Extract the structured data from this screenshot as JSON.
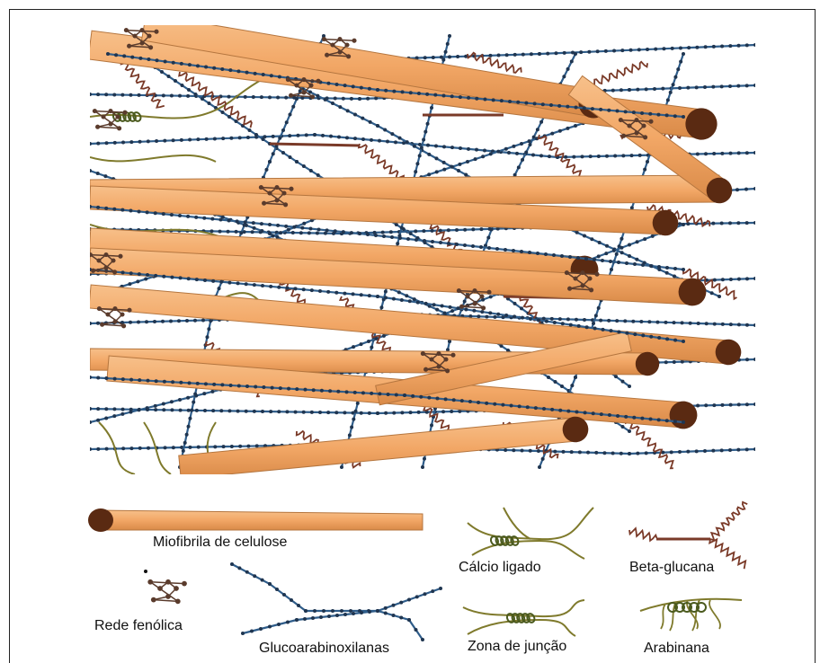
{
  "colors": {
    "cellulose_fill": "#f2a766",
    "cellulose_stroke": "#b5763f",
    "cellulose_end": "#5a2a12",
    "glucoarabinoxylan": "#2f5d8a",
    "glucoarabinoxylan_beads": "#1f3550",
    "beta_glucan": "#7a3a28",
    "arabinan": "#7f7a2c",
    "phenolic": "#5a3b2c",
    "calcium_knot": "#4b5a1e"
  },
  "legend": {
    "cellulose": "Miofibrila de celulose",
    "calcium": "Cálcio ligado",
    "beta_glucan": "Beta-glucana",
    "phenolic": "Rede fenólica",
    "glucoarabinoxylan": "Glucoarabinoxilanas",
    "junction": "Zona de junção",
    "arabinan": "Arabinana"
  }
}
